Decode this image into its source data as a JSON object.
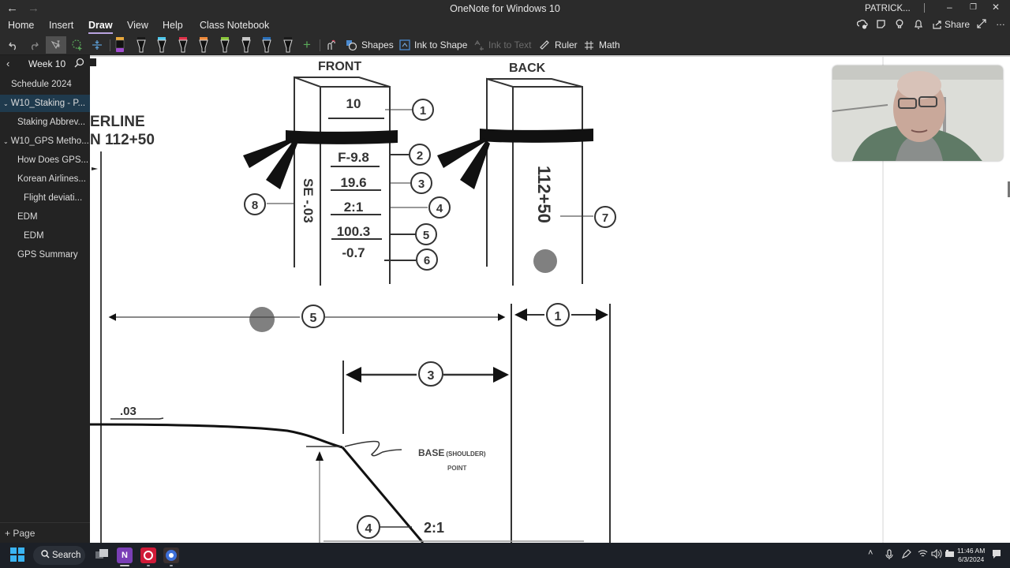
{
  "window": {
    "title": "OneNote for Windows 10",
    "user": "PATRICK...",
    "controls": [
      "minimize",
      "restore",
      "close"
    ]
  },
  "ribbon": {
    "tabs": [
      {
        "label": "Home",
        "active": false
      },
      {
        "label": "Insert",
        "active": false
      },
      {
        "label": "Draw",
        "active": true
      },
      {
        "label": "View",
        "active": false
      },
      {
        "label": "Help",
        "active": false
      },
      {
        "label": "Class Notebook",
        "active": false
      }
    ],
    "right": {
      "share_label": "Share"
    }
  },
  "toolbar": {
    "pens": [
      {
        "name": "highlighter-purple",
        "tip": "#e9a83a",
        "body": "#a14ccf"
      },
      {
        "name": "pen-black",
        "tip": "#1a1a1a",
        "body": "#111111"
      },
      {
        "name": "pen-cyan",
        "tip": "#4fc9ec",
        "body": "#111111"
      },
      {
        "name": "pen-red",
        "tip": "#e0324a",
        "body": "#111111"
      },
      {
        "name": "pen-orange",
        "tip": "#f08a3a",
        "body": "#111111"
      },
      {
        "name": "pen-green",
        "tip": "#8ac83a",
        "body": "#111111"
      },
      {
        "name": "pen-gray",
        "tip": "#c8c8c8",
        "body": "#111111"
      },
      {
        "name": "pen-blue",
        "tip": "#2a6fb8",
        "body": "#111111"
      },
      {
        "name": "pen-black-2",
        "tip": "#1a1a1a",
        "body": "#111111"
      }
    ],
    "shapes_label": "Shapes",
    "ink_to_shape_label": "Ink to Shape",
    "ink_to_text_label": "Ink to Text",
    "ruler_label": "Ruler",
    "math_label": "Math"
  },
  "sidebar": {
    "section_title": "Week 10",
    "pages": [
      {
        "label": "Schedule 2024",
        "level": 0,
        "expander": false,
        "selected": false
      },
      {
        "label": "W10_Staking - P...",
        "level": 0,
        "expander": true,
        "selected": true
      },
      {
        "label": "Staking Abbrev...",
        "level": 1,
        "expander": false,
        "selected": false
      },
      {
        "label": "W10_GPS Metho...",
        "level": 0,
        "expander": true,
        "selected": false
      },
      {
        "label": "How Does GPS...",
        "level": 1,
        "expander": false,
        "selected": false
      },
      {
        "label": "Korean Airlines...",
        "level": 1,
        "expander": false,
        "selected": false
      },
      {
        "label": "Flight deviati...",
        "level": 2,
        "expander": false,
        "selected": false
      },
      {
        "label": "EDM",
        "level": 1,
        "expander": false,
        "selected": false
      },
      {
        "label": "EDM",
        "level": 2,
        "expander": false,
        "selected": false
      },
      {
        "label": "GPS Summary",
        "level": 1,
        "expander": false,
        "selected": false
      }
    ],
    "add_page_label": "Page"
  },
  "diagram": {
    "centerline_label_1": "ERLINE",
    "centerline_label_2": "N 112+50",
    "front_label": "FRONT",
    "back_label": "BACK",
    "front_stake": {
      "values": [
        "10",
        "F-9.8",
        "19.6",
        "2:1",
        "100.3",
        "-0.7"
      ],
      "side_text": "SE -.03",
      "callouts": [
        "1",
        "2",
        "3",
        "4",
        "5",
        "6"
      ],
      "side_callout": "8"
    },
    "back_stake": {
      "station_text": "112+50",
      "callout": "7"
    },
    "dimensions": {
      "long_dim_callout": "5",
      "short_dim_callout": "1",
      "mid_dim_callout": "3",
      "slope_callout": "4"
    },
    "profile": {
      "slope_label": ".03",
      "ratio_label": "2:1",
      "base_label": "BASE",
      "base_sub": "(SHOULDER)",
      "point_label": "POINT"
    }
  },
  "taskbar": {
    "search_label": "Search",
    "apps": [
      "task-view",
      "onenote",
      "opera",
      "settings-app"
    ],
    "time": "11:46 AM",
    "date": "6/3/2024"
  }
}
